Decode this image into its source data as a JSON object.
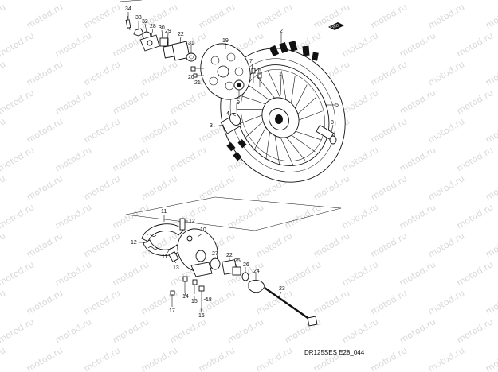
{
  "diagram": {
    "code": "DR125SES E28_044",
    "front_marker": "FWD",
    "watermark": "motod.ru",
    "callouts": [
      "34",
      "33",
      "32",
      "28",
      "30",
      "29",
      "22",
      "31",
      "19",
      "2",
      "7",
      "6",
      "20",
      "21",
      "9",
      "4",
      "3",
      "1",
      "5",
      "8",
      "11",
      "12",
      "10",
      "12",
      "11",
      "13",
      "27",
      "22",
      "25",
      "26",
      "24",
      "14",
      "15",
      "17",
      "18",
      "16",
      "23"
    ]
  }
}
